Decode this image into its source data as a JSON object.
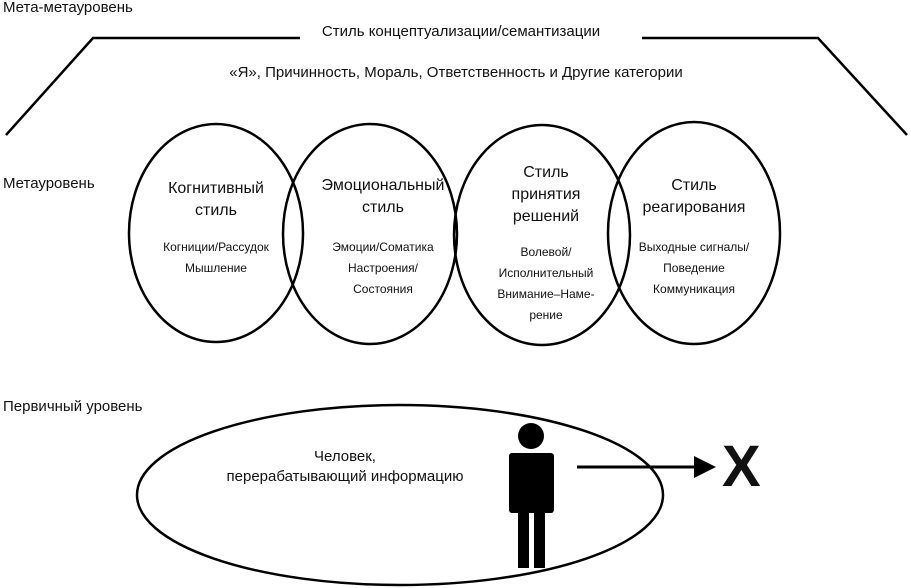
{
  "levels": {
    "meta_meta": "Мета-метауровень",
    "meta": "Метауровень",
    "primary": "Первичный уровень"
  },
  "top": {
    "style_title": "Стиль концептуализации/семантизации",
    "categories": "«Я», Причинность, Мораль, Ответственность и Другие категории"
  },
  "ellipses": [
    {
      "title_lines": [
        "Когнитивный",
        "стиль"
      ],
      "sub_lines": [
        "Когниции/Рассудок",
        "Мышление"
      ]
    },
    {
      "title_lines": [
        "Эмоциональный",
        "стиль"
      ],
      "sub_lines": [
        "Эмоции/Соматика",
        "Настроения/",
        "Состояния"
      ]
    },
    {
      "title_lines": [
        "Стиль",
        "принятия",
        "решений"
      ],
      "sub_lines": [
        "Волевой/",
        "Исполнительный",
        "Внимание–Наме-",
        "рение"
      ]
    },
    {
      "title_lines": [
        "Стиль",
        "реагирования"
      ],
      "sub_lines": [
        "Выходные сигналы/",
        "Поведение",
        "Коммуникация"
      ]
    }
  ],
  "person": {
    "label_lines": [
      "Человек,",
      "перерабатывающий информацию"
    ],
    "target_symbol": "X"
  },
  "colors": {
    "ink": "#000000",
    "background": "#ffffff"
  }
}
